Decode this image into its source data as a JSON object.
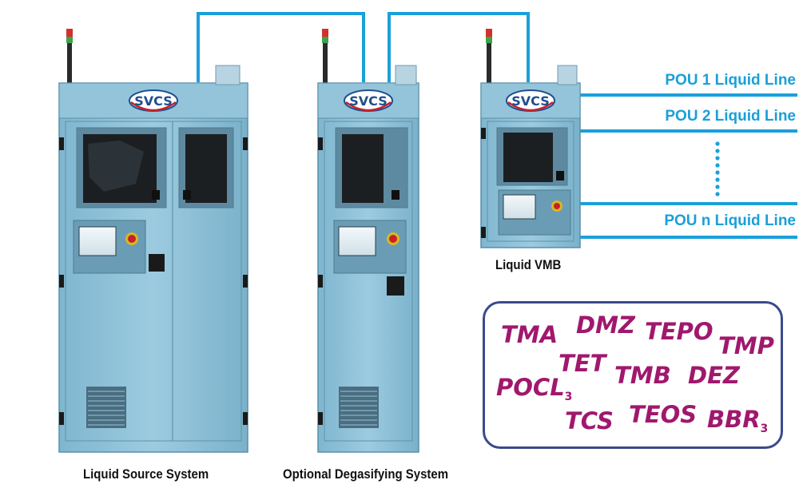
{
  "colors": {
    "line": "#1aa0db",
    "cabinet": "#8fc2d8",
    "cabinet_dark": "#6fa8c2",
    "cabinet_edge": "#5a8fa8",
    "chemical_text": "#a0186e",
    "box_border": "#3a4a8c",
    "logo_red": "#c8202a",
    "logo_blue": "#1f4f8f"
  },
  "logo": {
    "text": "SVCS"
  },
  "systems": {
    "source": {
      "label": "Liquid Source System"
    },
    "degas": {
      "label": "Optional Degasifying System"
    },
    "vmb": {
      "label": "Liquid VMB"
    }
  },
  "pou_lines": [
    {
      "label": "POU 1 Liquid Line"
    },
    {
      "label": "POU 2 Liquid Line"
    },
    {
      "label": "POU n Liquid Line"
    }
  ],
  "chemicals": [
    {
      "text": "TMA",
      "sub": ""
    },
    {
      "text": "DMZ",
      "sub": ""
    },
    {
      "text": "TEPO",
      "sub": ""
    },
    {
      "text": "TMP",
      "sub": ""
    },
    {
      "text": "TET",
      "sub": ""
    },
    {
      "text": "TMB",
      "sub": ""
    },
    {
      "text": "DEZ",
      "sub": ""
    },
    {
      "text": "POCL",
      "sub": "3"
    },
    {
      "text": "TCS",
      "sub": ""
    },
    {
      "text": "TEOS",
      "sub": ""
    },
    {
      "text": "BBR",
      "sub": "3"
    }
  ]
}
